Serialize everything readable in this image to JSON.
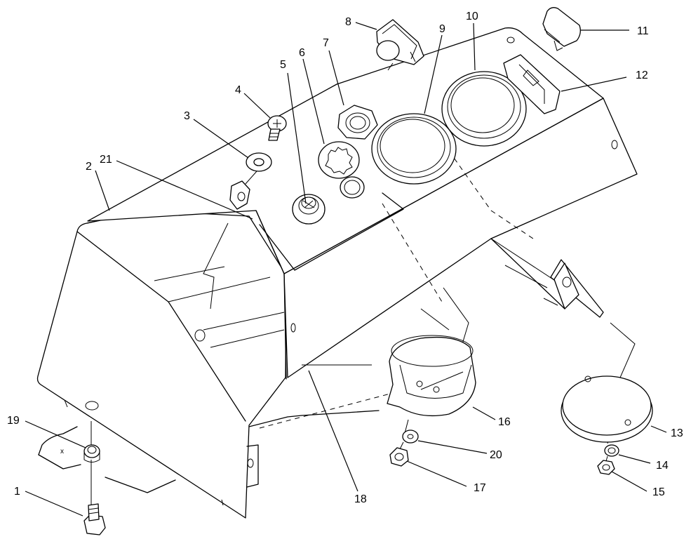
{
  "callouts": [
    {
      "id": "c1",
      "text": "1"
    },
    {
      "id": "c2",
      "text": "2"
    },
    {
      "id": "c3",
      "text": "3"
    },
    {
      "id": "c4",
      "text": "4"
    },
    {
      "id": "c5",
      "text": "5"
    },
    {
      "id": "c6",
      "text": "6"
    },
    {
      "id": "c7",
      "text": "7"
    },
    {
      "id": "c8",
      "text": "8"
    },
    {
      "id": "c9",
      "text": "9"
    },
    {
      "id": "c10",
      "text": "10"
    },
    {
      "id": "c11",
      "text": "11"
    },
    {
      "id": "c12",
      "text": "12"
    },
    {
      "id": "c13",
      "text": "13"
    },
    {
      "id": "c14",
      "text": "14"
    },
    {
      "id": "c15",
      "text": "15"
    },
    {
      "id": "c16",
      "text": "16"
    },
    {
      "id": "c17",
      "text": "17"
    },
    {
      "id": "c18",
      "text": "18"
    },
    {
      "id": "c19",
      "text": "19"
    },
    {
      "id": "c20",
      "text": "20"
    },
    {
      "id": "c21",
      "text": "21"
    }
  ]
}
